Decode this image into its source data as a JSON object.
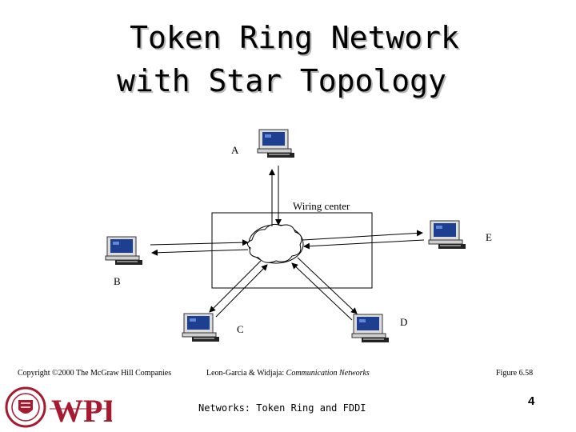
{
  "slide": {
    "title_line1": "Token Ring Network",
    "title_line2": "with Star Topology",
    "page_number": "4",
    "subtitle": "Networks: Token Ring and FDDI"
  },
  "diagram": {
    "hub_label": "Wiring center",
    "nodes": [
      {
        "id": "A",
        "label": "A"
      },
      {
        "id": "B",
        "label": "B"
      },
      {
        "id": "C",
        "label": "C"
      },
      {
        "id": "D",
        "label": "D"
      },
      {
        "id": "E",
        "label": "E"
      }
    ]
  },
  "footer": {
    "copyright": "Copyright ©2000 The McGraw Hill Companies",
    "source_authors": "Leon-Garcia & Widjaja:  ",
    "source_title": "Communication Networks",
    "figure_ref": "Figure 6.58"
  },
  "logo": {
    "text": "WPI",
    "brand_color": "#a6192e"
  }
}
